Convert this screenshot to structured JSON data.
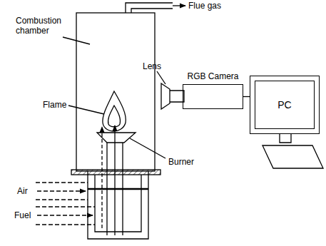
{
  "diagram": {
    "nodes": [
      {
        "text": [
          "RGB Camera"
        ]
      },
      {
        "text": [
          "PC"
        ]
      }
    ],
    "edges": [
      {
        "from": 0,
        "to": 1,
        "arrow": "none"
      }
    ],
    "labels": [
      "Flue gas",
      "Combustion chamber",
      "Lens",
      "Flame",
      "Burner",
      "Air",
      "Fuel"
    ]
  }
}
